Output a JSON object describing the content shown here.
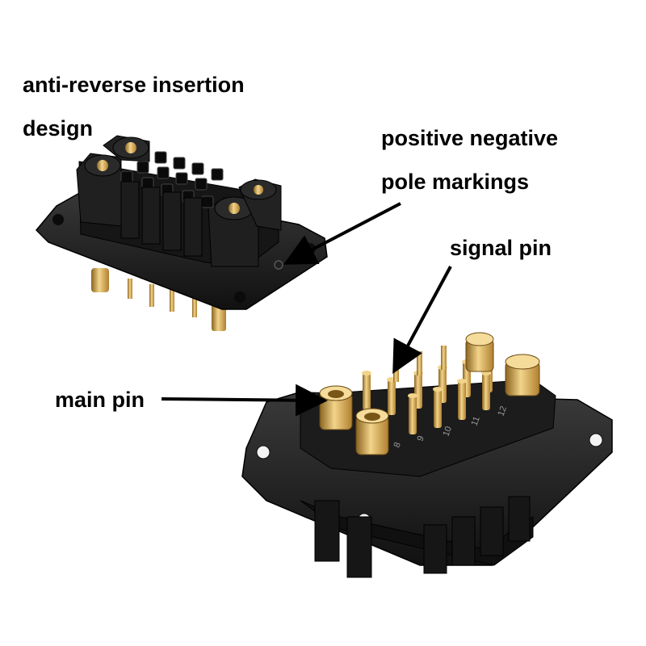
{
  "annotations": {
    "anti_reverse_line1": "anti-reverse insertion",
    "anti_reverse_line2": "design",
    "positive_negative_line1": "positive negative",
    "positive_negative_line2": "pole markings",
    "signal_pin": "signal pin",
    "main_pin": "main pin"
  },
  "pin_numbers": [
    "8",
    "9",
    "10",
    "11",
    "12"
  ],
  "colors": {
    "background": "#ffffff",
    "housing": "#1a1a1a",
    "housing_highlight": "#3a3a3a",
    "gold": "#d4a64a",
    "gold_light": "#f2d48a",
    "arrow": "#000000"
  }
}
